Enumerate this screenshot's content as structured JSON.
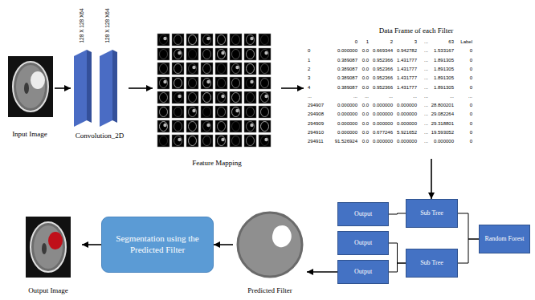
{
  "diagram": {
    "nodes": [
      {
        "text": [
          "Input Image"
        ]
      },
      {
        "text": [
          "128 X 128 X64",
          "128 X 128 X64",
          "Convolution_2D"
        ]
      },
      {
        "text": [
          "Feature Mapping"
        ]
      },
      {
        "text": [
          "Data Frame of each Filter"
        ]
      },
      {
        "text": [
          "Output Image"
        ]
      },
      {
        "text": [
          "Segmentation using the Predicted Filter"
        ]
      },
      {
        "text": [
          "Predicted Filter"
        ]
      },
      {
        "text": [
          "Output"
        ]
      },
      {
        "text": [
          "Output"
        ]
      },
      {
        "text": [
          "Output"
        ]
      },
      {
        "text": [
          "Sub Tree"
        ]
      },
      {
        "text": [
          "Sub Tree"
        ]
      },
      {
        "text": [
          "Random Forest"
        ]
      }
    ],
    "edges": [
      {
        "from": 0,
        "to": 1,
        "arrow": "to"
      },
      {
        "from": 1,
        "to": 2,
        "arrow": "to"
      },
      {
        "from": 2,
        "to": 3,
        "arrow": "to"
      },
      {
        "from": 3,
        "to": 10,
        "arrow": "to"
      },
      {
        "from": 7,
        "to": 10,
        "arrow": "none"
      },
      {
        "from": 8,
        "to": 11,
        "arrow": "none"
      },
      {
        "from": 9,
        "to": 11,
        "arrow": "none"
      },
      {
        "from": 10,
        "to": 12,
        "arrow": "none"
      },
      {
        "from": 11,
        "to": 12,
        "arrow": "none"
      },
      {
        "from": 9,
        "to": 6,
        "arrow": "to"
      },
      {
        "from": 6,
        "to": 5,
        "arrow": "to"
      },
      {
        "from": 5,
        "to": 4,
        "arrow": "to"
      }
    ],
    "labels": [
      "0",
      "1",
      "2",
      "3",
      "...",
      "63",
      "Label",
      "0",
      "0.000000",
      "0.0",
      "0.669344",
      "0.942782",
      "...",
      "1.533167",
      "0",
      "1",
      "0.389087",
      "0.0",
      "0.952366",
      "1.431777",
      "...",
      "1.891305",
      "0",
      "2",
      "0.389087",
      "0.0",
      "0.952366",
      "1.431777",
      "...",
      "1.891305",
      "0",
      "3",
      "0.389087",
      "0.0",
      "0.952366",
      "1.431777",
      "...",
      "1.891305",
      "0",
      "4",
      "0.389087",
      "0.0",
      "0.952366",
      "1.431777",
      "...",
      "1.891305",
      "0",
      "...",
      "...",
      "...",
      "...",
      "...",
      "...",
      "...",
      "...",
      "294907",
      "0.000000",
      "0.0",
      "0.000000",
      "0.000000",
      "...",
      "28.800201",
      "0",
      "294908",
      "0.000000",
      "0.0",
      "0.000000",
      "0.000000",
      "...",
      "29.082264",
      "0",
      "294909",
      "0.000000",
      "0.0",
      "0.000000",
      "0.000000",
      "...",
      "29.318801",
      "0",
      "294910",
      "0.000000",
      "0.0",
      "0.677246",
      "5.921652",
      "...",
      "19.593052",
      "0",
      "294911",
      "91.526924",
      "0.0",
      "0.000000",
      "0.000000",
      "...",
      "0.000000",
      "0"
    ]
  }
}
